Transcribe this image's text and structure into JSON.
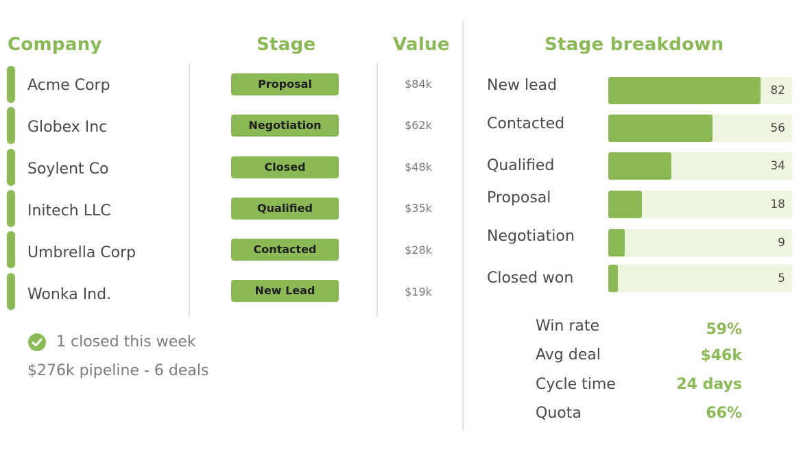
{
  "colors": {
    "accent": "#8bb956",
    "track": "#eef5df",
    "text": "#4a4a4a",
    "muted": "#7c7c7c",
    "divider": "#e3e3e3"
  },
  "headers": {
    "company": "Company",
    "stage": "Stage",
    "value": "Value",
    "breakdown": "Stage breakdown"
  },
  "deals": [
    {
      "company": "Acme Corp",
      "stage": "Proposal",
      "value": "$84k"
    },
    {
      "company": "Globex Inc",
      "stage": "Negotiation",
      "value": "$62k"
    },
    {
      "company": "Soylent Co",
      "stage": "Closed",
      "value": "$48k"
    },
    {
      "company": "Initech LLC",
      "stage": "Qualified",
      "value": "$35k"
    },
    {
      "company": "Umbrella Corp",
      "stage": "Contacted",
      "value": "$28k"
    },
    {
      "company": "Wonka Ind.",
      "stage": "New Lead",
      "value": "$19k"
    }
  ],
  "summary": {
    "check_icon": "check-circle-icon",
    "closed_text": "1 closed this week",
    "pipeline_text": "$276k pipeline - 6 deals"
  },
  "breakdown": {
    "max": 82,
    "stages": [
      {
        "label": "New lead",
        "count": 82
      },
      {
        "label": "Contacted",
        "count": 56
      },
      {
        "label": "Qualified",
        "count": 34
      },
      {
        "label": "Proposal",
        "count": 18
      },
      {
        "label": "Negotiation",
        "count": 9
      },
      {
        "label": "Closed won",
        "count": 5
      }
    ]
  },
  "metrics": [
    {
      "label": "Win rate",
      "value": "59%"
    },
    {
      "label": "Avg deal",
      "value": "$46k"
    },
    {
      "label": "Cycle time",
      "value": "24 days"
    },
    {
      "label": "Quota",
      "value": "66%"
    }
  ]
}
